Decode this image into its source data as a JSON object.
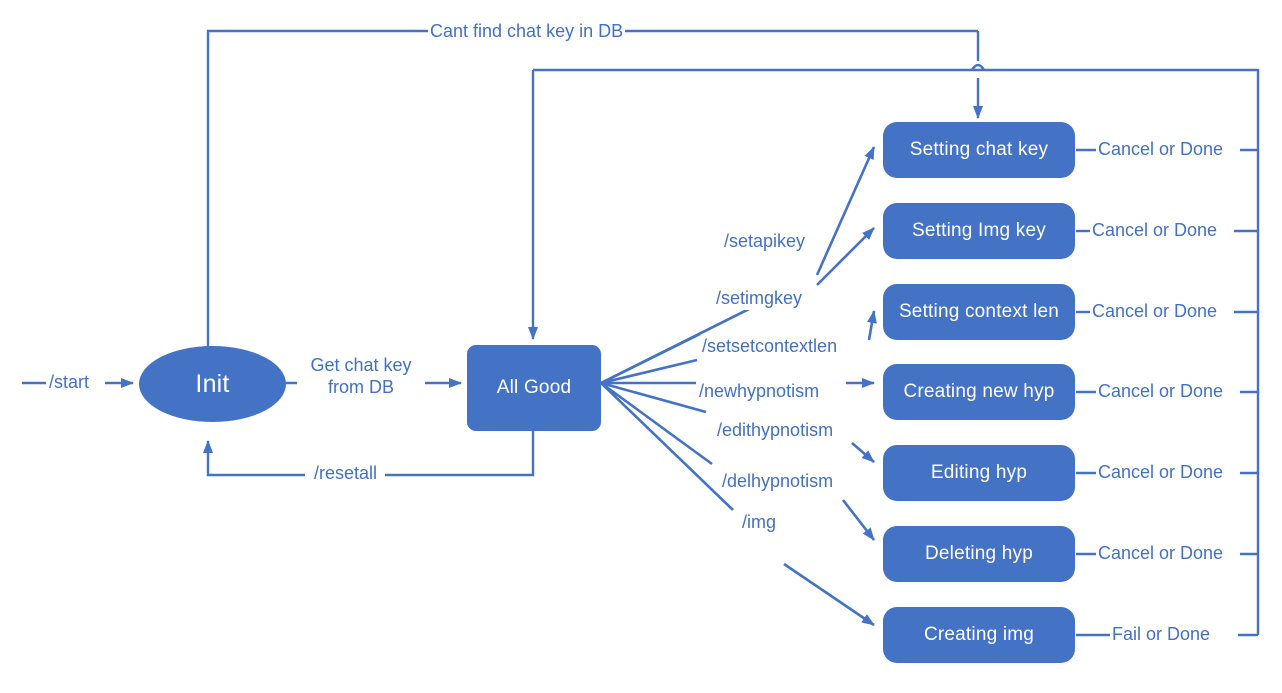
{
  "diagram": {
    "title": "Telegram bot state machine",
    "type": "state-flow",
    "colors": {
      "node_fill": "#4472C4",
      "node_text": "#FFFFFF",
      "line": "#4472C4",
      "label_text": "#4371C1",
      "background": "#FFFFFF"
    }
  },
  "nodes": {
    "init": {
      "label": "Init",
      "shape": "ellipse"
    },
    "all_good": {
      "label": "All Good",
      "shape": "rect"
    },
    "states": [
      {
        "label": "Setting chat key",
        "shape": "pill"
      },
      {
        "label": "Setting Img key",
        "shape": "pill"
      },
      {
        "label": "Setting context len",
        "shape": "pill"
      },
      {
        "label": "Creating new hyp",
        "shape": "pill"
      },
      {
        "label": "Editing  hyp",
        "shape": "pill"
      },
      {
        "label": "Deleting hyp",
        "shape": "pill"
      },
      {
        "label": "Creating img",
        "shape": "pill"
      }
    ]
  },
  "edges": {
    "start": "/start",
    "get_chat_key_line1": "Get chat key",
    "get_chat_key_line2": "from DB",
    "cant_find": "Cant find chat key in DB",
    "resetall": "/resetall",
    "commands": [
      "/setapikey",
      "/setimgkey",
      "/setsetcontextlen",
      "/newhypnotism",
      "/edithypnotism",
      "/delhypnotism",
      "/img"
    ],
    "returns": [
      "Cancel or Done",
      "Cancel or Done",
      "Cancel or Done",
      "Cancel or Done",
      "Cancel or Done",
      "Cancel or Done",
      "Fail or Done"
    ]
  }
}
